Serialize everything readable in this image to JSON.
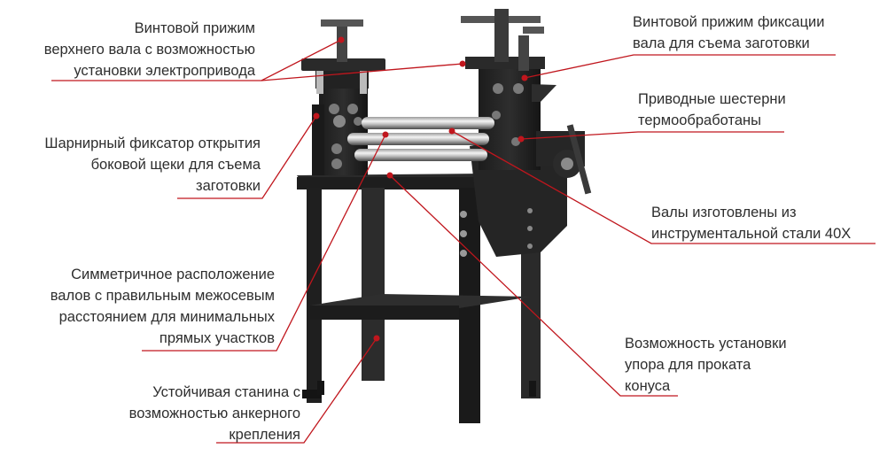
{
  "accent_color": "#c0161d",
  "callouts": [
    {
      "id": "upper-screw",
      "lines": [
        "Винтовой прижим",
        "верхнего вала с возможностью",
        "установки электропривода"
      ]
    },
    {
      "id": "fixing-screw",
      "lines": [
        "Винтовой прижим фиксации",
        "вала для съема заготовки"
      ]
    },
    {
      "id": "gears",
      "lines": [
        "Приводные шестерни",
        "термообработаны"
      ]
    },
    {
      "id": "hinge",
      "lines": [
        "Шарнирный фиксатор открытия",
        "боковой щеки для съема",
        "заготовки"
      ]
    },
    {
      "id": "rolls-steel",
      "lines": [
        "Валы изготовлены из",
        "инструментальной стали 40Х"
      ]
    },
    {
      "id": "symmetric",
      "lines": [
        "Симметричное расположение",
        "валов с правильным межосевым",
        "расстоянием для минимальных",
        "прямых участков"
      ]
    },
    {
      "id": "cone-stop",
      "lines": [
        "Возможность установки",
        "упора для проката",
        "конуса"
      ]
    },
    {
      "id": "frame",
      "lines": [
        "Устойчивая станина с",
        "возможностью анкерного",
        "крепления"
      ]
    }
  ],
  "icons": [
    "rolling-machine-image"
  ]
}
